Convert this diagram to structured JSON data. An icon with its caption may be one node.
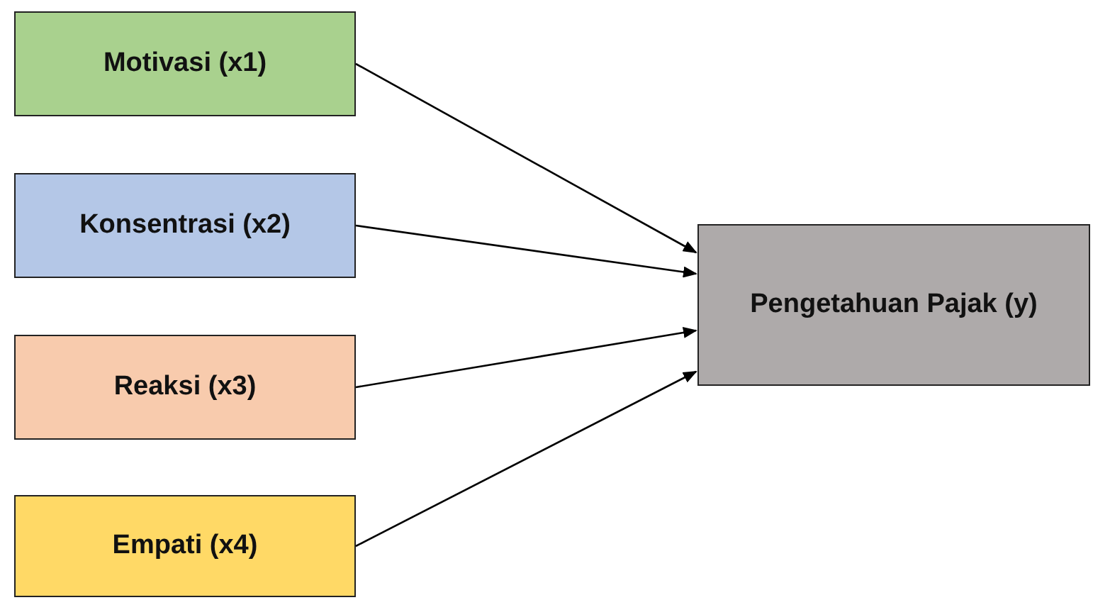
{
  "diagram": {
    "nodes": [
      {
        "text": [
          "Motivasi (x1)"
        ]
      },
      {
        "text": [
          "Konsentrasi (x2)"
        ]
      },
      {
        "text": [
          "Reaksi (x3)"
        ]
      },
      {
        "text": [
          "Empati (x4)"
        ]
      },
      {
        "text": [
          "Pengetahuan Pajak (y)"
        ]
      }
    ],
    "edges": [
      {
        "from": 0,
        "to": 4,
        "arrow": "to"
      },
      {
        "from": 1,
        "to": 4,
        "arrow": "to"
      },
      {
        "from": 2,
        "to": 4,
        "arrow": "to"
      },
      {
        "from": 3,
        "to": 4,
        "arrow": "to"
      }
    ]
  }
}
